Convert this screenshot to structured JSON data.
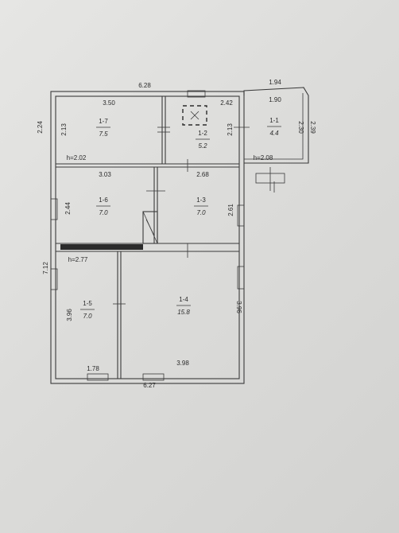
{
  "plan": {
    "dims": {
      "top_total": "6.28",
      "top_ext_outer": "1.94",
      "top_ext_inner": "1.90",
      "ext_side_a": "2.30",
      "ext_side_b": "2.39",
      "left_top": "2.24",
      "left_total": "7.12",
      "bottom_total": "6.27",
      "room_17_height": "2.13",
      "room_12_height": "2.13",
      "room_16_height": "2.44",
      "room_13_height": "2.61",
      "room_15_height": "3.96",
      "room_14_height": "3.96",
      "room_17_width": "3.50",
      "room_12_width": "2.42",
      "room_16_width": "3.03",
      "room_13_width": "2.68",
      "room_15_width": "1.78",
      "room_14_width": "3.98",
      "h_main": "h=2.02",
      "h_ext": "h=2.08",
      "h_lower": "h=2.77"
    },
    "rooms": [
      {
        "code": "1-7",
        "area": "7.5"
      },
      {
        "code": "1-2",
        "area": "5.2"
      },
      {
        "code": "1-1",
        "area": "4.4"
      },
      {
        "code": "1-6",
        "area": "7.0"
      },
      {
        "code": "1-3",
        "area": "7.0"
      },
      {
        "code": "1-5",
        "area": "7.0"
      },
      {
        "code": "1-4",
        "area": "15.8"
      }
    ]
  }
}
